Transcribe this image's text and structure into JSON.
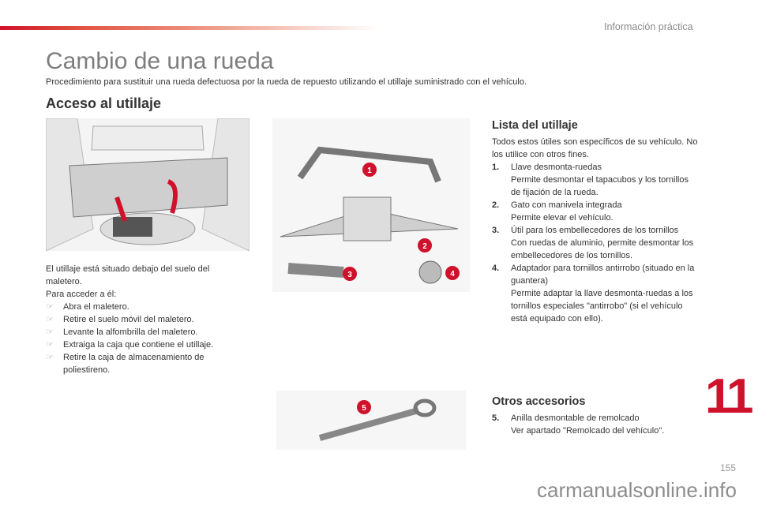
{
  "header": {
    "section": "Información práctica"
  },
  "title": "Cambio de una rueda",
  "subtitle": "Procedimiento para sustituir una rueda defectuosa por la rueda de repuesto utilizando el utillaje suministrado con el vehículo.",
  "access": {
    "heading": "Acceso al utillaje",
    "intro": "El utillaje está situado debajo del suelo del maletero.",
    "lead": "Para acceder a él:",
    "bullet_icon": "pointing-hand-icon",
    "steps": [
      "Abra el maletero.",
      "Retire el suelo móvil del maletero.",
      "Levante la alfombrilla del maletero.",
      "Extraiga la caja que contiene el utillaje.",
      "Retire la caja de almacenamiento de poliestireno."
    ]
  },
  "tools": {
    "heading": "Lista del utillaje",
    "intro": "Todos estos útiles son específicos de su vehículo. No los utilice con otros fines.",
    "items": [
      {
        "n": "1.",
        "title": "Llave desmonta-ruedas",
        "desc": "Permite desmontar el tapacubos y los tornillos de fijación de la rueda."
      },
      {
        "n": "2.",
        "title": "Gato con manivela integrada",
        "desc": "Permite elevar el vehículo."
      },
      {
        "n": "3.",
        "title": "Útil para los embellecedores de los tornillos",
        "desc": "Con ruedas de aluminio, permite desmontar los embellecedores de los tornillos."
      },
      {
        "n": "4.",
        "title": "Adaptador para tornillos antirrobo (situado en la guantera)",
        "desc": "Permite adaptar la llave desmonta-ruedas a los tornillos especiales \"antirrobo\" (si el vehículo está equipado con ello)."
      }
    ],
    "callouts": [
      "1",
      "2",
      "3",
      "4",
      "5"
    ]
  },
  "others": {
    "heading": "Otros accesorios",
    "items": [
      {
        "n": "5.",
        "title": "Anilla desmontable de remolcado",
        "desc": "Ver apartado \"Remolcado del vehículo\"."
      }
    ]
  },
  "chapter": "11",
  "page_number": "155",
  "watermark": "carmanualsonline.info",
  "colors": {
    "accent": "#d0112b",
    "callout": "#d0112b"
  }
}
